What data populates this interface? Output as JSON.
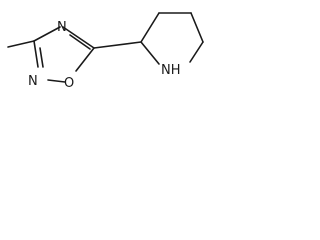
{
  "molecule": {
    "atoms": {
      "ring_n_top": "N",
      "ring_n_bottom": "N",
      "ring_o": "O",
      "pyrrolidine_nh": "NH"
    }
  }
}
